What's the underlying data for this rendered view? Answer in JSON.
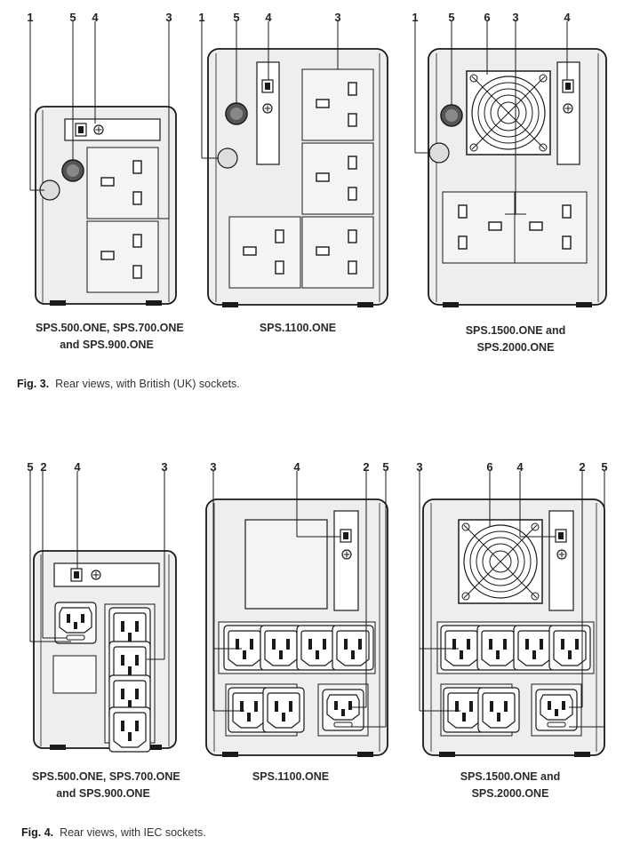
{
  "colors": {
    "body_fill": "#eeeeee",
    "line": "#1a1a1a",
    "socket_fill": "#f4f4f4",
    "panel_fill": "#ffffff"
  },
  "callouts": {
    "n1": "1",
    "n2": "2",
    "n3": "3",
    "n4": "4",
    "n5": "5",
    "n6": "6"
  },
  "fig3": {
    "label": "Fig. 3.",
    "text": "Rear views, with British (UK) sockets.",
    "models": {
      "small": {
        "line1": "SPS.500.ONE, SPS.700.ONE",
        "line2": "and SPS.900.ONE"
      },
      "mid": {
        "line1": "SPS.1100.ONE"
      },
      "large": {
        "line1": "SPS.1500.ONE and",
        "line2": "SPS.2000.ONE"
      }
    }
  },
  "fig4": {
    "label": "Fig. 4.",
    "text": "Rear views, with IEC sockets.",
    "models": {
      "small": {
        "line1": "SPS.500.ONE, SPS.700.ONE",
        "line2": "and SPS.900.ONE"
      },
      "mid": {
        "line1": "SPS.1100.ONE"
      },
      "large": {
        "line1": "SPS.1500.ONE and",
        "line2": "SPS.2000.ONE"
      }
    }
  },
  "icons": [
    "usb-icon",
    "ground-screw-icon",
    "circuit-breaker-icon",
    "uk-socket-icon",
    "iec-socket-icon",
    "fan-grille-icon",
    "iec-inlet-icon"
  ]
}
